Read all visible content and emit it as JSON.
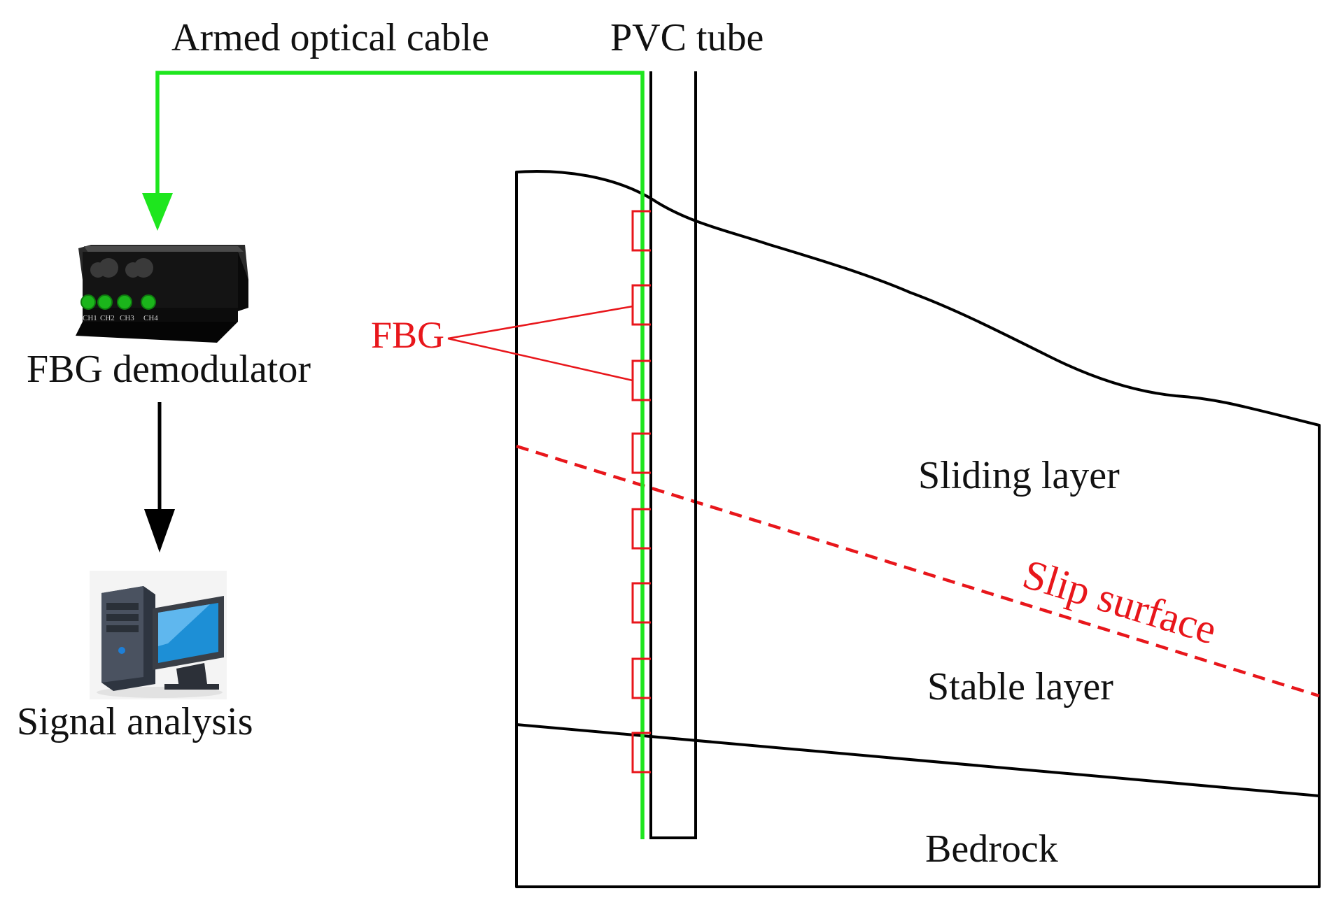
{
  "labels": {
    "armed_cable": "Armed optical cable",
    "pvc_tube": "PVC tube",
    "fbg": "FBG",
    "fbg_demodulator": "FBG demodulator",
    "signal_analysis": "Signal analysis",
    "sliding_layer": "Sliding layer",
    "slip_surface": "Slip surface",
    "stable_layer": "Stable layer",
    "bedrock": "Bedrock"
  },
  "device_port_labels": [
    "CH1",
    "CH2",
    "CH3",
    "CH4"
  ],
  "colors": {
    "cable": "#1ee61e",
    "fbg": "#e8161b",
    "outline": "#000000",
    "slip_surface": "#e8161b",
    "monitor_screen": "#1d8fd6"
  },
  "icons": {
    "demodulator": "fbg-demodulator-device-icon",
    "computer": "desktop-computer-icon"
  }
}
